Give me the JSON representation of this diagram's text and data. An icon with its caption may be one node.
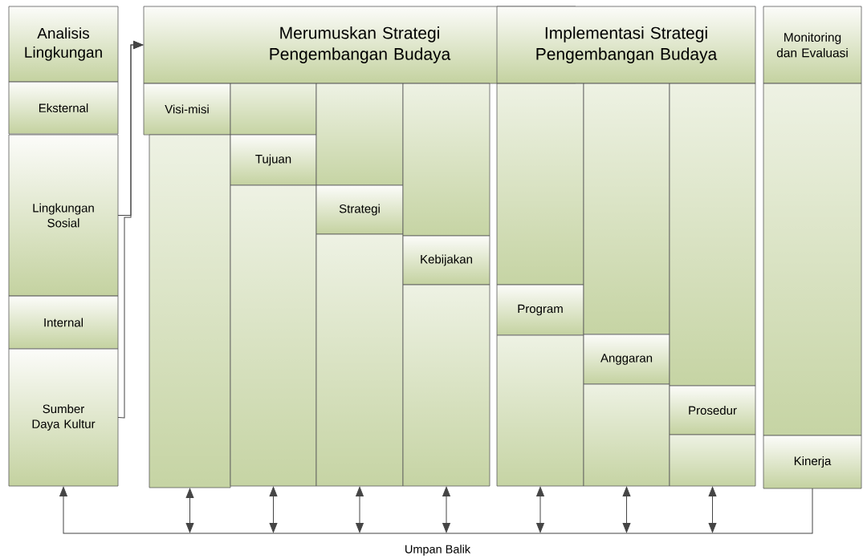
{
  "diagram": {
    "nodes": [
      {
        "text": [
          "Analisis Lingkungan"
        ]
      },
      {
        "text": [
          "Eksternal"
        ]
      },
      {
        "text": [
          "Lingkungan Sosial"
        ]
      },
      {
        "text": [
          "Internal"
        ]
      },
      {
        "text": [
          "Sumber Daya Kultur"
        ]
      },
      {
        "text": [
          "Merumuskan Strategi Pengembangan Budaya"
        ]
      },
      {
        "text": [
          "Visi-misi"
        ]
      },
      {
        "text": [],
        "shape": "box"
      },
      {
        "text": [],
        "shape": "box"
      },
      {
        "text": [
          "Tujuan"
        ]
      },
      {
        "text": [],
        "shape": "box"
      },
      {
        "text": [],
        "shape": "box"
      },
      {
        "text": [
          "Strategi"
        ]
      },
      {
        "text": [],
        "shape": "box"
      },
      {
        "text": [],
        "shape": "box"
      },
      {
        "text": [
          "Kebijakan"
        ]
      },
      {
        "text": [],
        "shape": "box"
      },
      {
        "text": [
          "Implementasi Strategi Pengembangan Budaya"
        ]
      },
      {
        "text": [],
        "shape": "box"
      },
      {
        "text": [
          "Program"
        ]
      },
      {
        "text": [],
        "shape": "box"
      },
      {
        "text": [],
        "shape": "box"
      },
      {
        "text": [
          "Anggaran"
        ]
      },
      {
        "text": [],
        "shape": "box"
      },
      {
        "text": [],
        "shape": "box"
      },
      {
        "text": [
          "Prosedur"
        ]
      },
      {
        "text": [],
        "shape": "box"
      },
      {
        "text": [
          "Monitoring dan Evaluasi"
        ]
      },
      {
        "text": [],
        "shape": "box"
      },
      {
        "text": [
          "Kinerja"
        ]
      }
    ],
    "edges": [
      {
        "from": 2,
        "to": 5,
        "arrow": "to"
      },
      {
        "from": 4,
        "to": 5,
        "arrow": "to"
      },
      {
        "from": 29,
        "to": 4,
        "arrow": "to"
      },
      {
        "from": null,
        "to": 7,
        "arrow": "both"
      },
      {
        "from": null,
        "to": 10,
        "arrow": "both"
      },
      {
        "from": null,
        "to": 13,
        "arrow": "both"
      },
      {
        "from": null,
        "to": 16,
        "arrow": "both"
      },
      {
        "from": null,
        "to": 20,
        "arrow": "both"
      },
      {
        "from": null,
        "to": 23,
        "arrow": "both"
      },
      {
        "from": null,
        "to": 26,
        "arrow": "both"
      }
    ],
    "labels": [
      "Umpan Balik"
    ]
  }
}
